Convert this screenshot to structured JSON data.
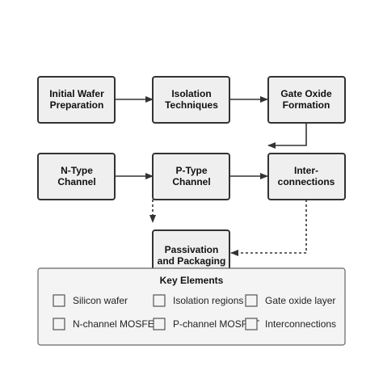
{
  "nodes": {
    "initial_wafer": [
      "Initial Wafer",
      "Preparation"
    ],
    "isolation": [
      "Isolation",
      "Techniques"
    ],
    "gate_oxide": [
      "Gate Oxide",
      "Formation"
    ],
    "n_type": [
      "N-Type",
      "Channel"
    ],
    "p_type": [
      "P-Type",
      "Channel"
    ],
    "interconnections": [
      "Inter-",
      "connections"
    ],
    "passivation": [
      "Passivation",
      "and Packaging"
    ]
  },
  "legend": {
    "title": "Key Elements",
    "items": [
      "Silicon wafer",
      "Isolation regions",
      "Gate oxide layer",
      "N-channel MOSFET",
      "P-channel MOSFET",
      "Interconnections"
    ]
  },
  "colors": {
    "node_fill": "#efefef",
    "stroke": "#333333",
    "legend_fill": "#f4f4f4"
  }
}
